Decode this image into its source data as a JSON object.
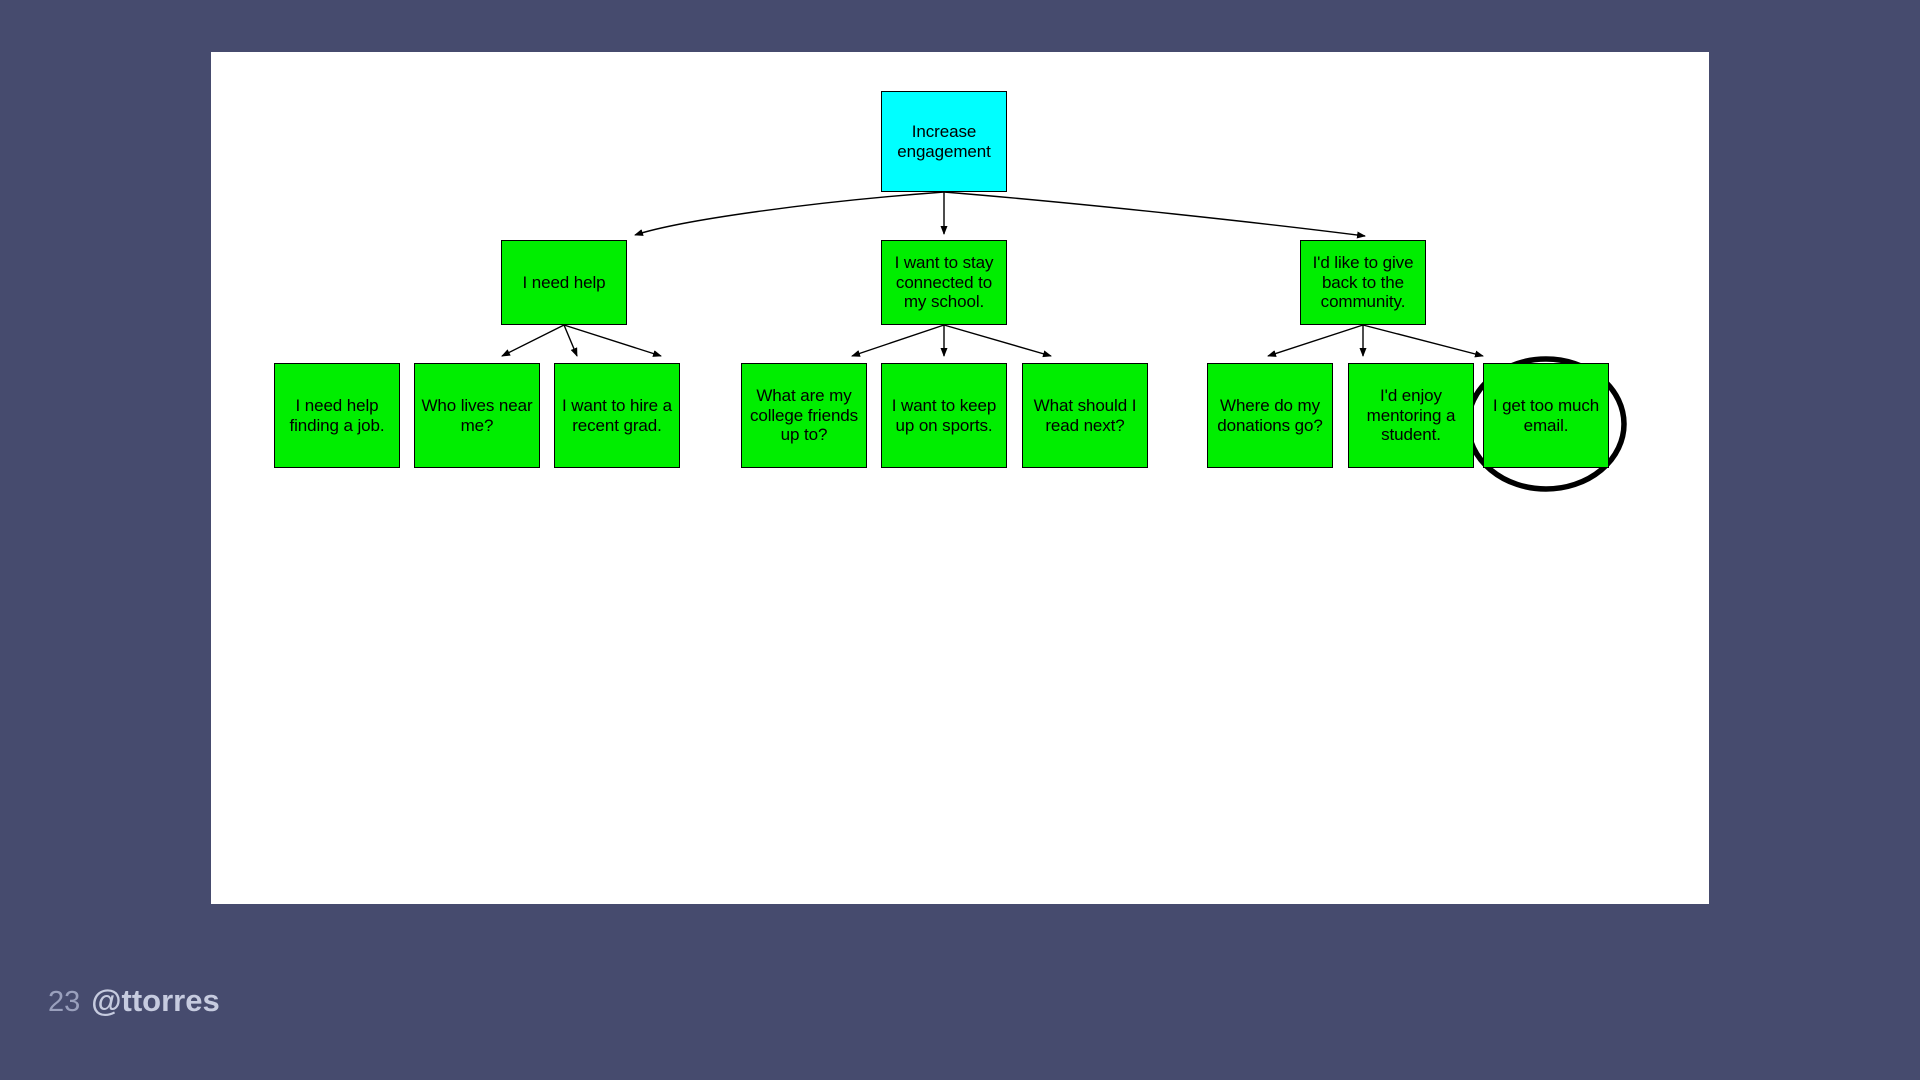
{
  "slide": {
    "background_color": "#464b6e",
    "canvas_color": "#ffffff",
    "outcome_color": "#00ffff",
    "opportunity_color": "#00ee00",
    "line_color": "#000000",
    "highlight_color": "#000000"
  },
  "tree": {
    "root": {
      "label": "Increase engagement",
      "type": "outcome"
    },
    "branches": [
      {
        "parent": {
          "label": "I need help",
          "type": "opportunity"
        },
        "children": [
          {
            "label": "I need help finding a job.",
            "type": "opportunity"
          },
          {
            "label": "Who lives near me?",
            "type": "opportunity"
          },
          {
            "label": "I want to hire a recent grad.",
            "type": "opportunity"
          }
        ]
      },
      {
        "parent": {
          "label": "I want to stay connected to my school.",
          "type": "opportunity"
        },
        "children": [
          {
            "label": "What are my college friends up to?",
            "type": "opportunity"
          },
          {
            "label": "I want to keep up on sports.",
            "type": "opportunity"
          },
          {
            "label": "What should I read next?",
            "type": "opportunity"
          }
        ]
      },
      {
        "parent": {
          "label": "I'd like to give back to the community.",
          "type": "opportunity"
        },
        "children": [
          {
            "label": "Where do my donations go?",
            "type": "opportunity"
          },
          {
            "label": "I'd enjoy mentoring a student.",
            "type": "opportunity"
          },
          {
            "label": "I get too much email.",
            "type": "opportunity",
            "highlighted": true
          }
        ]
      }
    ]
  },
  "footer": {
    "slide_number": "23",
    "handle": "@ttorres"
  }
}
